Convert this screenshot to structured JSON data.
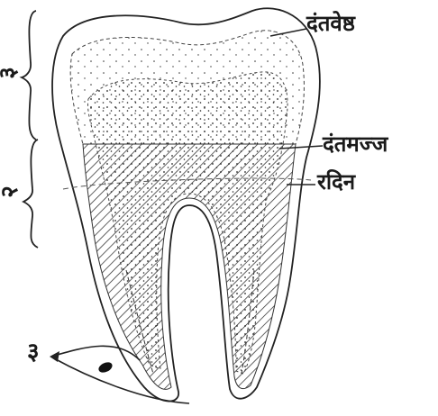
{
  "diagram": {
    "labels": {
      "enamel": "दंतवेष्ठ",
      "pulp": "दंतमज्ज",
      "dentin": "रदिन"
    },
    "regions": {
      "crown": "३",
      "neck": "२",
      "root": "३"
    }
  },
  "colors": {
    "ink": "#1a1a1a",
    "paper": "#ffffff"
  }
}
